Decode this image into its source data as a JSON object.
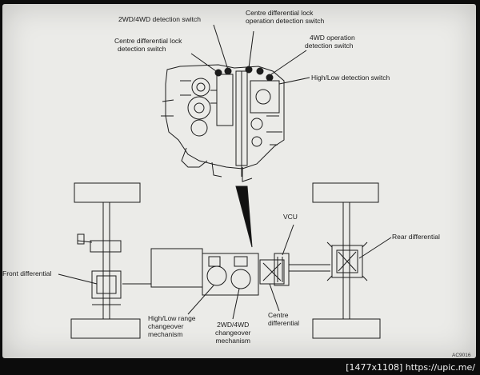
{
  "labels": {
    "switch_2wd4wd": "2WD/4WD detection switch",
    "centre_diff_lock_operation": [
      "Centre differential lock",
      "operation detection switch"
    ],
    "centre_diff_lock_detection": [
      "Centre differential lock",
      "detection switch"
    ],
    "switch_4wd_operation": [
      "4WD operation",
      "detection switch"
    ],
    "high_low_switch": "High/Low detection switch",
    "vcu": "VCU",
    "rear_differential": "Rear differential",
    "front_differential": "Front differential",
    "high_low_range": [
      "High/Low range",
      "changeover",
      "mechanism"
    ],
    "changeover_2wd4wd": [
      "2WD/4WD",
      "changeover",
      "mechanism"
    ],
    "centre_differential": [
      "Centre",
      "differential"
    ]
  },
  "figure_code": "AC9016",
  "watermark": "[1477x1108] https://upic.me/",
  "colors": {
    "paper": "#ebebe8",
    "ink": "#1a1a1a",
    "frame": "#0c0c0c"
  }
}
